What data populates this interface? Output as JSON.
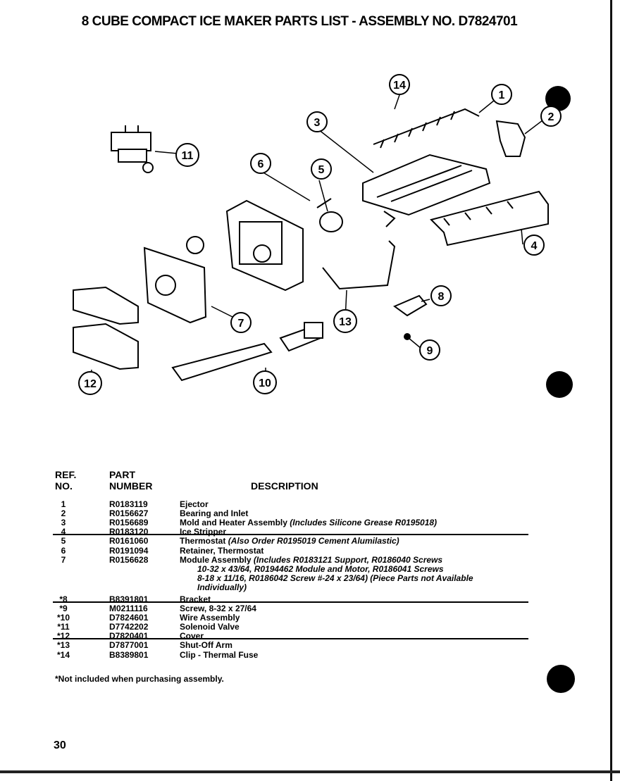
{
  "title": "8 CUBE COMPACT ICE MAKER PARTS LIST - ASSEMBLY NO. D7824701",
  "callouts": [
    "1",
    "2",
    "3",
    "4",
    "5",
    "6",
    "7",
    "8",
    "9",
    "10",
    "11",
    "12",
    "13",
    "14"
  ],
  "table": {
    "headers": {
      "ref_line1": "REF.",
      "ref_line2": "NO.",
      "part_line1": "PART",
      "part_line2": "NUMBER",
      "description": "DESCRIPTION"
    },
    "rows": [
      {
        "ref": "1",
        "part": "R0183119",
        "desc": "Ejector",
        "note": ""
      },
      {
        "ref": "2",
        "part": "R0156627",
        "desc": "Bearing and Inlet",
        "note": ""
      },
      {
        "ref": "3",
        "part": "R0156689",
        "desc": "Mold and Heater Assembly",
        "note": "(Includes Silicone Grease R0195018)"
      },
      {
        "ref": "4",
        "part": "R0183120",
        "desc": "Ice Stripper",
        "note": ""
      },
      {
        "ref": "5",
        "part": "R0161060",
        "desc": "Thermostat",
        "note": "(Also Order R0195019 Cement Alumilastic)"
      },
      {
        "ref": "6",
        "part": "R0191094",
        "desc": "Retainer, Thermostat",
        "note": ""
      },
      {
        "ref": "7",
        "part": "R0156628",
        "desc": "Module Assembly",
        "note": "(Includes R0183121 Support, R0186040 Screws"
      },
      {
        "ref": "*8",
        "part": "B8391801",
        "desc": "Bracket",
        "note": ""
      },
      {
        "ref": "*9",
        "part": "M0211116",
        "desc": "Screw, 8-32 x 27/64",
        "note": ""
      },
      {
        "ref": "*10",
        "part": "D7824601",
        "desc": "Wire Assembly",
        "note": ""
      },
      {
        "ref": "*11",
        "part": "D7742202",
        "desc": "Solenoid Valve",
        "note": ""
      },
      {
        "ref": "*12",
        "part": "D7820401",
        "desc": "Cover",
        "note": ""
      },
      {
        "ref": "*13",
        "part": "D7877001",
        "desc": "Shut-Off Arm",
        "note": ""
      },
      {
        "ref": "*14",
        "part": "B8389801",
        "desc": "Clip - Thermal Fuse",
        "note": ""
      }
    ],
    "row7_continuation": [
      "10-32 x 43/64, R0194462 Module and Motor, R0186041 Screws",
      "8-18 x 11/16, R0186042 Screw #-24 x 23/64) (Piece Parts not Available",
      "Individually)"
    ]
  },
  "footnote": "*Not included when purchasing assembly.",
  "page_number": "30"
}
